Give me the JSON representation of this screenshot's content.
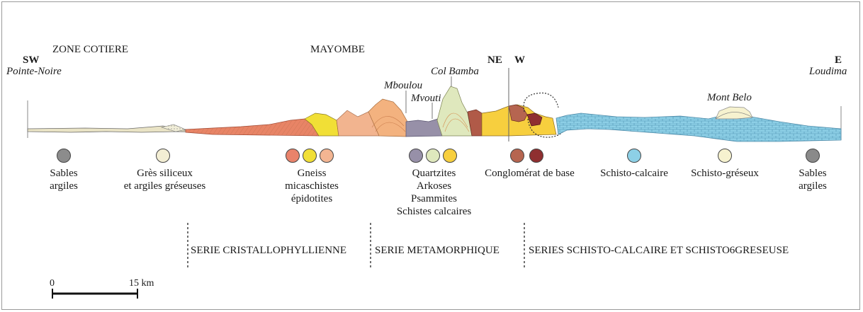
{
  "zones": {
    "coastal": "ZONE COTIERE",
    "mayombe": "MAYOMBE"
  },
  "orientation": {
    "sw": "SW",
    "ne": "NE",
    "w": "W",
    "e": "E"
  },
  "places": {
    "pointe_noire": "Pointe-Noire",
    "loudima": "Loudima",
    "col_bamba": "Col Bamba",
    "mboulou": "Mboulou",
    "mvouti": "Mvouti",
    "mont_belo": "Mont Belo"
  },
  "legend": [
    {
      "label_lines": [
        "Sables",
        "argiles"
      ],
      "colors": [
        "#8c8c8c"
      ]
    },
    {
      "label_lines": [
        "Grès siliceux",
        "et argiles gréseuses"
      ],
      "colors": [
        "#f3eed4"
      ]
    },
    {
      "label_lines": [
        "Gneiss",
        "micaschistes",
        "épidotites"
      ],
      "colors": [
        "#e9836b",
        "#f1df36",
        "#f3b592"
      ]
    },
    {
      "label_lines": [
        "Quartzites",
        "Arkoses",
        "Psammites",
        "Schistes calcaires"
      ],
      "colors": [
        "#9790a8",
        "#dfe8bd",
        "#f7cf3e"
      ]
    },
    {
      "label_lines": [
        "Conglomérat de base"
      ],
      "colors": [
        "#b66550",
        "#8f2f30"
      ]
    },
    {
      "label_lines": [
        "Schisto-calcaire"
      ],
      "colors": [
        "#8dd0e6"
      ]
    },
    {
      "label_lines": [
        "Schisto-gréseux"
      ],
      "colors": [
        "#f6f2cf"
      ]
    },
    {
      "label_lines": [
        "Sables",
        "argiles"
      ],
      "colors": [
        "#8a8a8a"
      ]
    }
  ],
  "series": {
    "cristallophyllienne": "SERIE CRISTALLOPHYLLIENNE",
    "metamorphique": "SERIE METAMORPHIQUE",
    "schisto": "SERIES SCHISTO-CALCAIRE ET SCHISTO6GRESEUSE"
  },
  "scale": {
    "start": "0",
    "end": "15 km"
  }
}
